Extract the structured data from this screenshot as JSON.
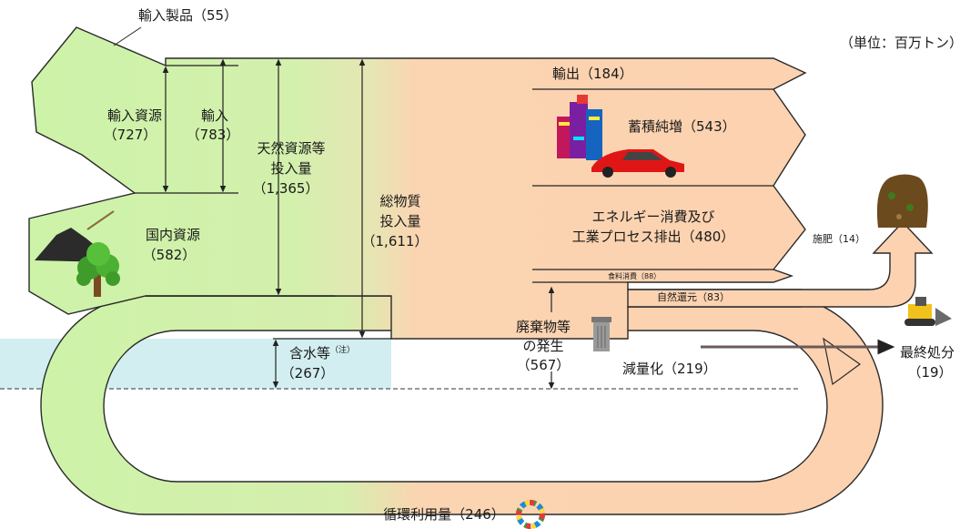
{
  "unit_note": "（単位：百万トン）",
  "labels": {
    "imported_products": "輸入製品（55）",
    "imported_resources_name": "輸入資源",
    "imported_resources_value": "（727）",
    "imports_name": "輸入",
    "imports_value": "（783）",
    "natural_input_line1": "天然資源等",
    "natural_input_line2": "投入量",
    "natural_input_value": "（1,365）",
    "total_input_line1": "総物質",
    "total_input_line2": "投入量",
    "total_input_value": "（1,611）",
    "domestic_name": "国内資源",
    "domestic_value": "（582）",
    "water_name": "含水等",
    "water_note": "（注）",
    "water_value": "（267）",
    "exports": "輸出（184）",
    "stock": "蓄積純増（543）",
    "energy_line1": "エネルギー消費及び",
    "energy_line2": "工業プロセス排出（480）",
    "food": "食料消費（88）",
    "fertilizer": "施肥（14）",
    "nature_return": "自然還元（83）",
    "waste_line1": "廃棄物等",
    "waste_line2": "の発生",
    "waste_value": "（567）",
    "reduction": "減量化（219）",
    "final_disposal_name": "最終処分",
    "final_disposal_value": "（19）",
    "recycling": "循環利用量（246）"
  },
  "colors": {
    "input_green": "#ccf2a8",
    "output_peach": "#fcd2b0",
    "water_blue": "#d2eef0",
    "outline": "#2a2a2a"
  },
  "icons": [
    "coal-pile-icon",
    "tree-icon",
    "buildings-icon",
    "sports-car-icon",
    "compost-pile-icon",
    "bulldozer-icon",
    "trash-can-icon",
    "recycle-ring-icon"
  ]
}
